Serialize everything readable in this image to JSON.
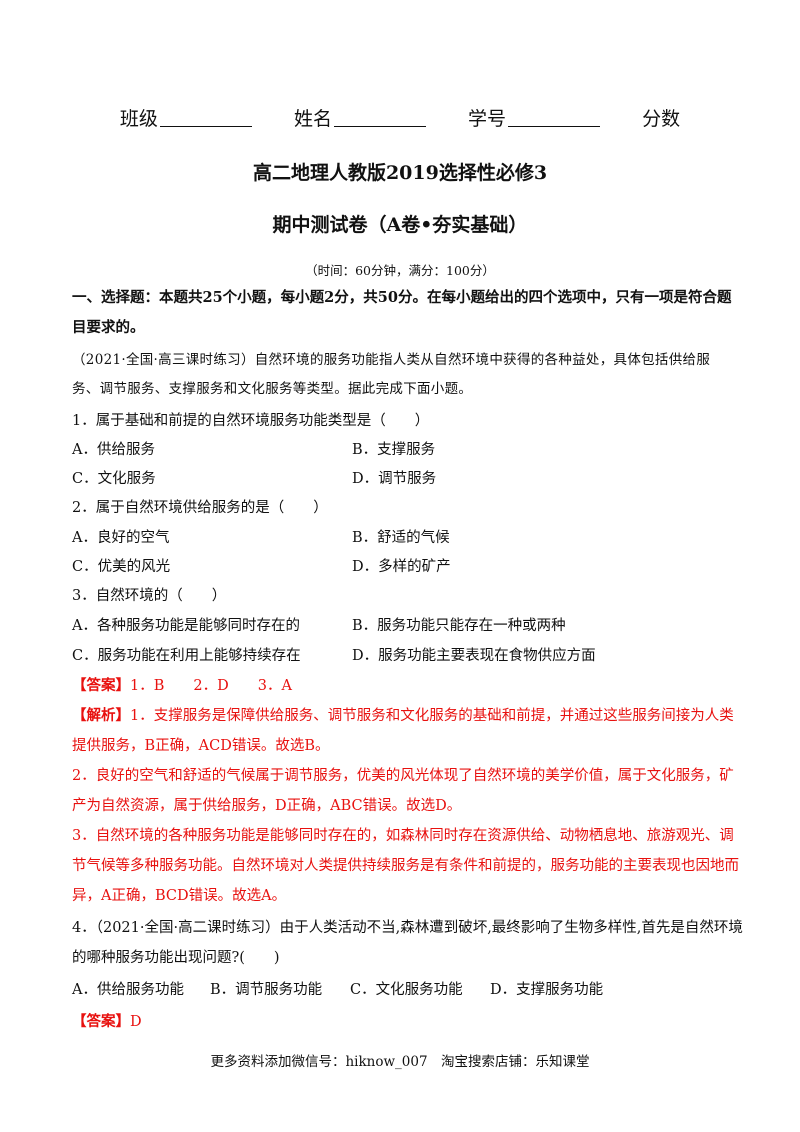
{
  "header": {
    "fields": [
      {
        "label": "班级",
        "blank": true
      },
      {
        "label": "姓名",
        "blank": true
      },
      {
        "label": "学号",
        "blank": true
      },
      {
        "label": "分数",
        "blank": false
      }
    ],
    "title1": "高二地理人教版2019选择性必修3",
    "title2": "期中测试卷（A卷•夯实基础）",
    "time": "（时间：60分钟，满分：100分）"
  },
  "section": {
    "line1": "一、选择题：本题共25个小题，每小题2分，共50分。在每小题给出的四个选项中，只有一项是符合题",
    "line2": "目要求的。"
  },
  "passage": {
    "line1": "（2021·全国·高三课时练习）自然环境的服务功能指人类从自然环境中获得的各种益处，具体包括供给服",
    "line2": "务、调节服务、支撑服务和文化服务等类型。据此完成下面小题。"
  },
  "questions": [
    {
      "stem": "1．属于基础和前提的自然环境服务功能类型是（　　）",
      "options": [
        "A．供给服务",
        "B．支撑服务",
        "C．文化服务",
        "D．调节服务"
      ]
    },
    {
      "stem": "2．属于自然环境供给服务的是（　　）",
      "options": [
        "A．良好的空气",
        "B．舒适的气候",
        "C．优美的风光",
        "D．多样的矿产"
      ]
    },
    {
      "stem": "3．自然环境的（　　）",
      "options": [
        "A．各种服务功能是能够同时存在的",
        "B．服务功能只能存在一种或两种",
        "C．服务功能在利用上能够持续存在",
        "D．服务功能主要表现在食物供应方面"
      ]
    }
  ],
  "answer1": {
    "label": "【答案】",
    "text": "1．B　　2．D　　3．A"
  },
  "analysis": {
    "label": "【解析】",
    "lines": [
      "1．支撑服务是保障供给服务、调节服务和文化服务的基础和前提，并通过这些服务间接为人类",
      "提供服务，B正确，ACD错误。故选B。",
      "2．良好的空气和舒适的气候属于调节服务，优美的风光体现了自然环境的美学价值，属于文化服务，矿",
      "产为自然资源，属于供给服务，D正确，ABC错误。故选D。",
      "3．自然环境的各种服务功能是能够同时存在的，如森林同时存在资源供给、动物栖息地、旅游观光、调",
      "节气候等多种服务功能。自然环境对人类提供持续服务是有条件和前提的，服务功能的主要表现也因地而",
      "异，A正确，BCD错误。故选A。"
    ]
  },
  "question4": {
    "line1": "4．（2021·全国·高二课时练习）由于人类活动不当,森林遭到破坏,最终影响了生物多样性,首先是自然环境",
    "line2": "的哪种服务功能出现问题?(　　)",
    "options": [
      "A．供给服务功能",
      "B．调节服务功能",
      "C．文化服务功能",
      "D．支撑服务功能"
    ]
  },
  "answer2": {
    "label": "【答案】",
    "text": "D"
  },
  "footer": "更多资料添加微信号：hiknow_007　淘宝搜索店铺：乐知课堂"
}
